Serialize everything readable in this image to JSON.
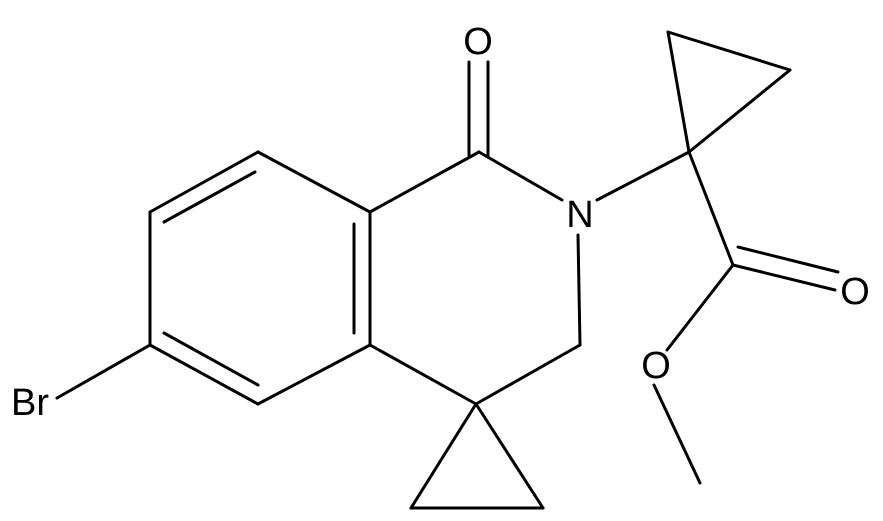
{
  "atoms": {
    "o_ketone": "O",
    "n_amide": "N",
    "o_carbonyl": "O",
    "o_ester": "O",
    "br": "Br"
  }
}
